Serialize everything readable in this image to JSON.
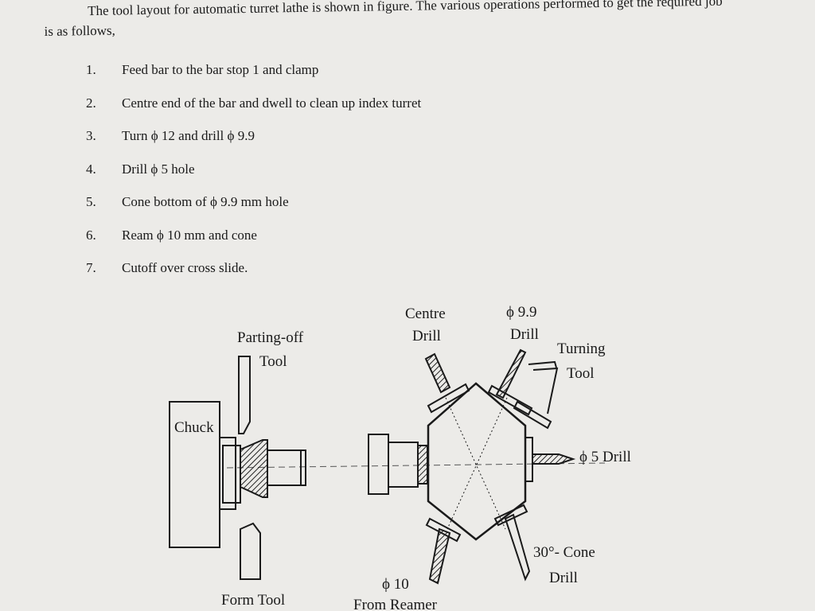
{
  "intro": {
    "line1": "The tool layout for automatic turret lathe is shown in figure. The various operations performed to get the required job",
    "line2": "is as follows,"
  },
  "steps": [
    {
      "num": "1.",
      "text": "Feed bar to the bar stop 1 and clamp"
    },
    {
      "num": "2.",
      "text": "Centre end of the bar and dwell to clean up index turret"
    },
    {
      "num": "3.",
      "text": "Turn ϕ 12 and drill ϕ 9.9"
    },
    {
      "num": "4.",
      "text": "Drill ϕ 5 hole"
    },
    {
      "num": "5.",
      "text": "Cone bottom of ϕ 9.9 mm hole"
    },
    {
      "num": "6.",
      "text": "Ream ϕ 10 mm and cone"
    },
    {
      "num": "7.",
      "text": "Cutoff over cross slide."
    }
  ],
  "figure": {
    "parting_off_line1": "Parting-off",
    "parting_off_line2": "Tool",
    "chuck": "Chuck",
    "form_tool": "Form Tool",
    "centre_line1": "Centre",
    "centre_line2": "Drill",
    "drill99_line1": "ϕ 9.9",
    "drill99_line2": "Drill",
    "turning_line1": "Turning",
    "turning_line2": "Tool",
    "drill5": "ϕ 5 Drill",
    "cone_line1": "30°- Cone",
    "cone_line2": "Drill",
    "reamer_line1": "ϕ 10",
    "reamer_line2": "From Reamer"
  }
}
